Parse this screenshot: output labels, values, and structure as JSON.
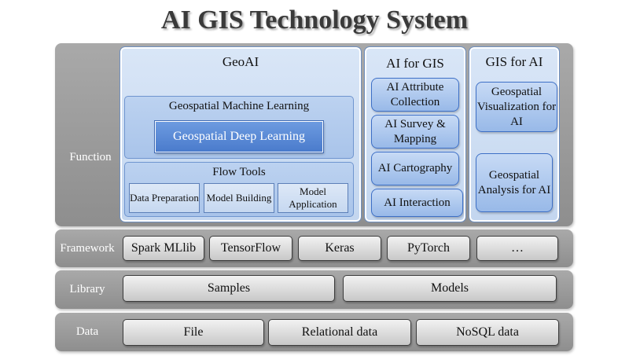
{
  "title": "AI GIS Technology System",
  "layers": {
    "function": "Function",
    "framework": "Framework",
    "library": "Library",
    "data": "Data"
  },
  "geoai": {
    "title": "GeoAI",
    "gml": "Geospatial Machine Learning",
    "gdl": "Geospatial Deep Learning",
    "flow_tools": "Flow Tools",
    "tools": [
      "Data Preparation",
      "Model Building",
      "Model Application"
    ]
  },
  "ai_for_gis": {
    "title": "AI for GIS",
    "items": [
      "AI Attribute Collection",
      "AI Survey & Mapping",
      "AI Cartography",
      "AI Interaction"
    ]
  },
  "gis_for_ai": {
    "title": "GIS for AI",
    "items": [
      "Geospatial Visualization for AI",
      "Geospatial Analysis for AI"
    ]
  },
  "framework_items": [
    "Spark MLlib",
    "TensorFlow",
    "Keras",
    "PyTorch",
    "…"
  ],
  "library_items": [
    "Samples",
    "Models"
  ],
  "data_items": [
    "File",
    "Relational data",
    "NoSQL data"
  ]
}
